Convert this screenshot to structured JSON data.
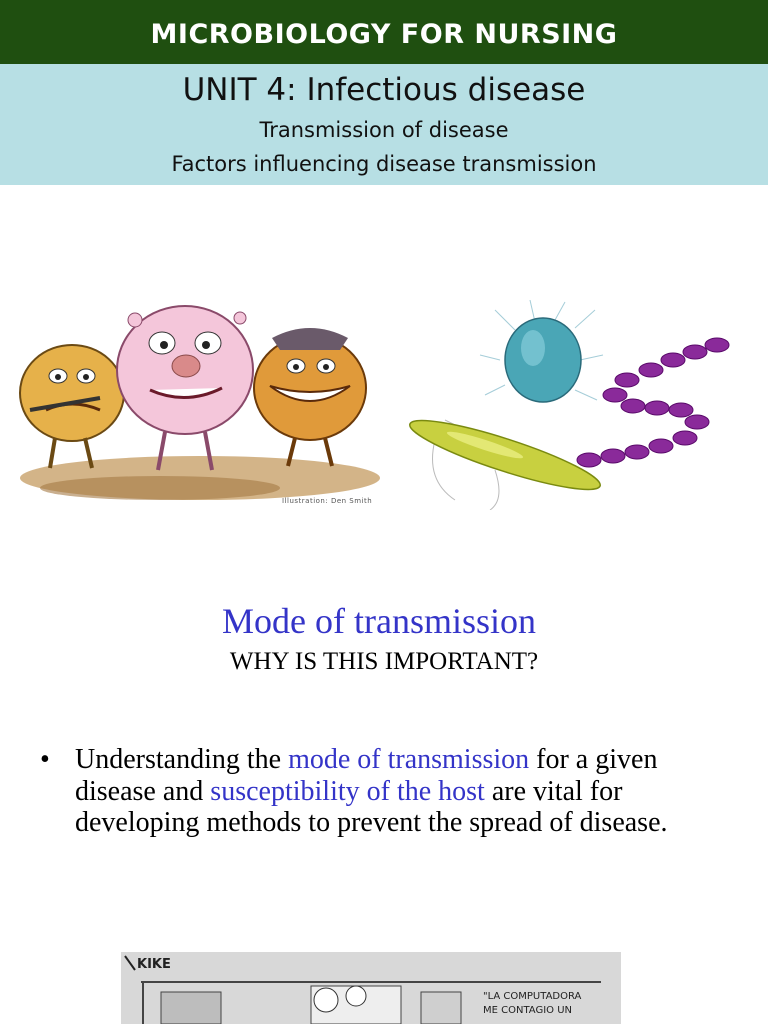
{
  "header": {
    "title": "MICROBIOLOGY FOR NURSING"
  },
  "unit": {
    "title": "UNIT 4: Infectious disease",
    "subtitle_1": "Transmission of disease",
    "subtitle_2": "Factors influencing disease transmission"
  },
  "illustration": {
    "credit": "Illustration: Den Smith"
  },
  "section": {
    "heading": "Mode of transmission",
    "subheading": "WHY IS THIS IMPORTANT?"
  },
  "bullet": {
    "symbol": "•",
    "part1": "Understanding the ",
    "highlight1": "mode of transmission",
    "part2": " for a given disease and ",
    "highlight2": "susceptibility of the host",
    "part3": " are vital for developing methods to prevent the spread of disease."
  },
  "comic": {
    "logo": "KIKE",
    "caption_line1": "\"LA COMPUTADORA",
    "caption_line2": "ME CONTAGIO UN"
  },
  "colors": {
    "header_bg": "#1f4f10",
    "band_bg": "#b7dfe4",
    "accent_blue": "#3434c8"
  }
}
